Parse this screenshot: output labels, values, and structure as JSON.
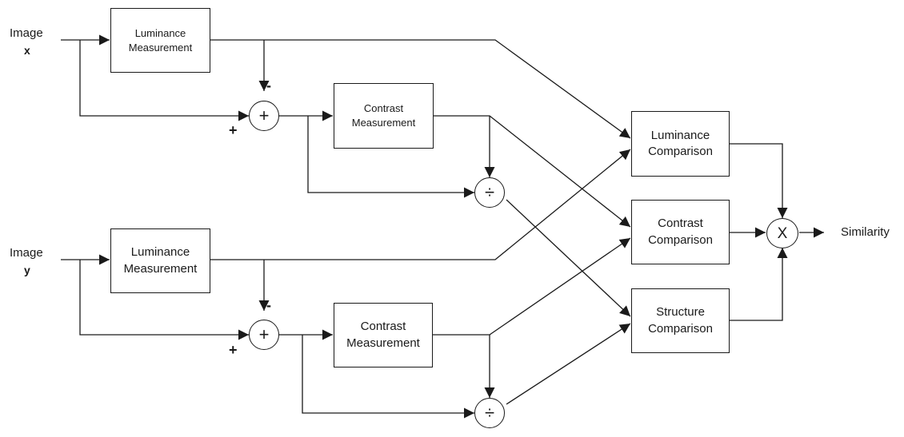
{
  "inputs": {
    "x": {
      "label": "Image",
      "symbol": "x"
    },
    "y": {
      "label": "Image",
      "symbol": "y"
    }
  },
  "branch_x": {
    "luminance": [
      "Luminance",
      "Measurement"
    ],
    "contrast": [
      "Contrast",
      "Measurement"
    ]
  },
  "branch_y": {
    "luminance": [
      "Luminance",
      "Measurement"
    ],
    "contrast": [
      "Contrast",
      "Measurement"
    ]
  },
  "operators": {
    "sum": "+",
    "divide": "÷",
    "multiply": "X",
    "plus_sign": "+",
    "minus_sign": "-"
  },
  "comparisons": {
    "luminance": [
      "Luminance",
      "Comparison"
    ],
    "contrast": [
      "Contrast",
      "Comparison"
    ],
    "structure": [
      "Structure",
      "Comparison"
    ]
  },
  "output": {
    "label": "Similarity"
  }
}
